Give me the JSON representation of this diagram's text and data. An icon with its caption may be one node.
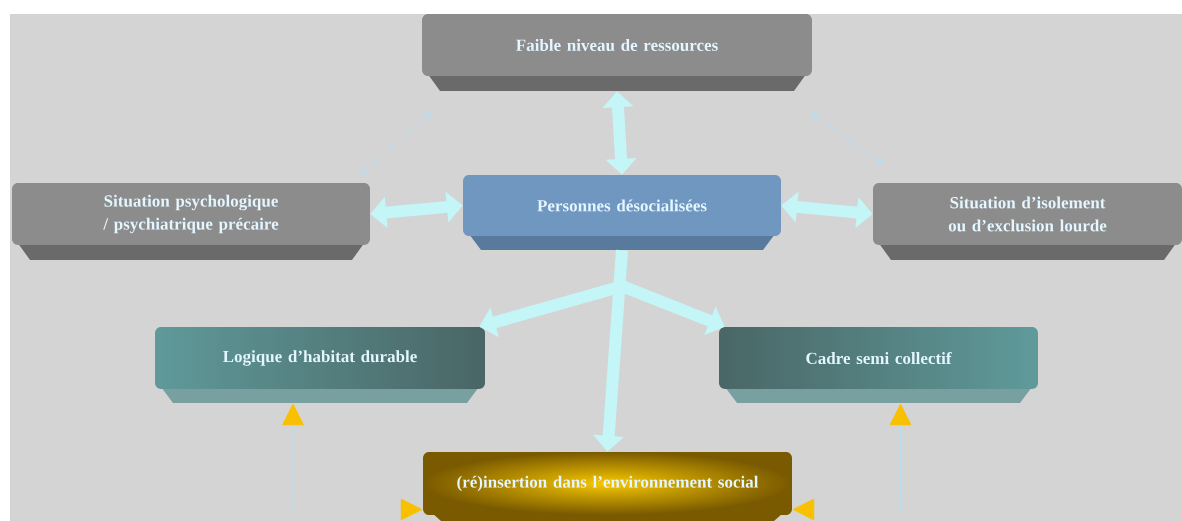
{
  "diagram": {
    "nodes": [
      {
        "text": [
          "Faible niveau de ressources"
        ]
      },
      {
        "text": [
          "Situation psychologique / psychiatrique précaire"
        ]
      },
      {
        "text": [
          "Personnes désocialisées"
        ]
      },
      {
        "text": [
          "Situation d’isolement ou d’exclusion lourde"
        ]
      },
      {
        "text": [
          "Logique d’habitat durable"
        ]
      },
      {
        "text": [
          "Cadre semi collectif"
        ]
      },
      {
        "text": [
          "(ré)insertion dans l’environnement social"
        ]
      }
    ],
    "edges": [
      {
        "from": 0,
        "to": 1,
        "arrow": "both",
        "color": "#b8dcf0"
      },
      {
        "from": 0,
        "to": 3,
        "arrow": "both",
        "color": "#b8dcf0"
      },
      {
        "from": 0,
        "to": 2,
        "arrow": "both"
      },
      {
        "from": 1,
        "to": 2,
        "arrow": "both"
      },
      {
        "from": 2,
        "to": 3,
        "arrow": "both"
      },
      {
        "from": 2,
        "to": 4,
        "arrow": "to"
      },
      {
        "from": 2,
        "to": 5,
        "arrow": "to"
      },
      {
        "from": 2,
        "to": 6,
        "arrow": "to"
      },
      {
        "from": 6,
        "to": 4,
        "arrow": "both",
        "color": "#b8dcf0"
      },
      {
        "from": 6,
        "to": 5,
        "arrow": "both",
        "color": "#b8dcf0"
      }
    ]
  }
}
